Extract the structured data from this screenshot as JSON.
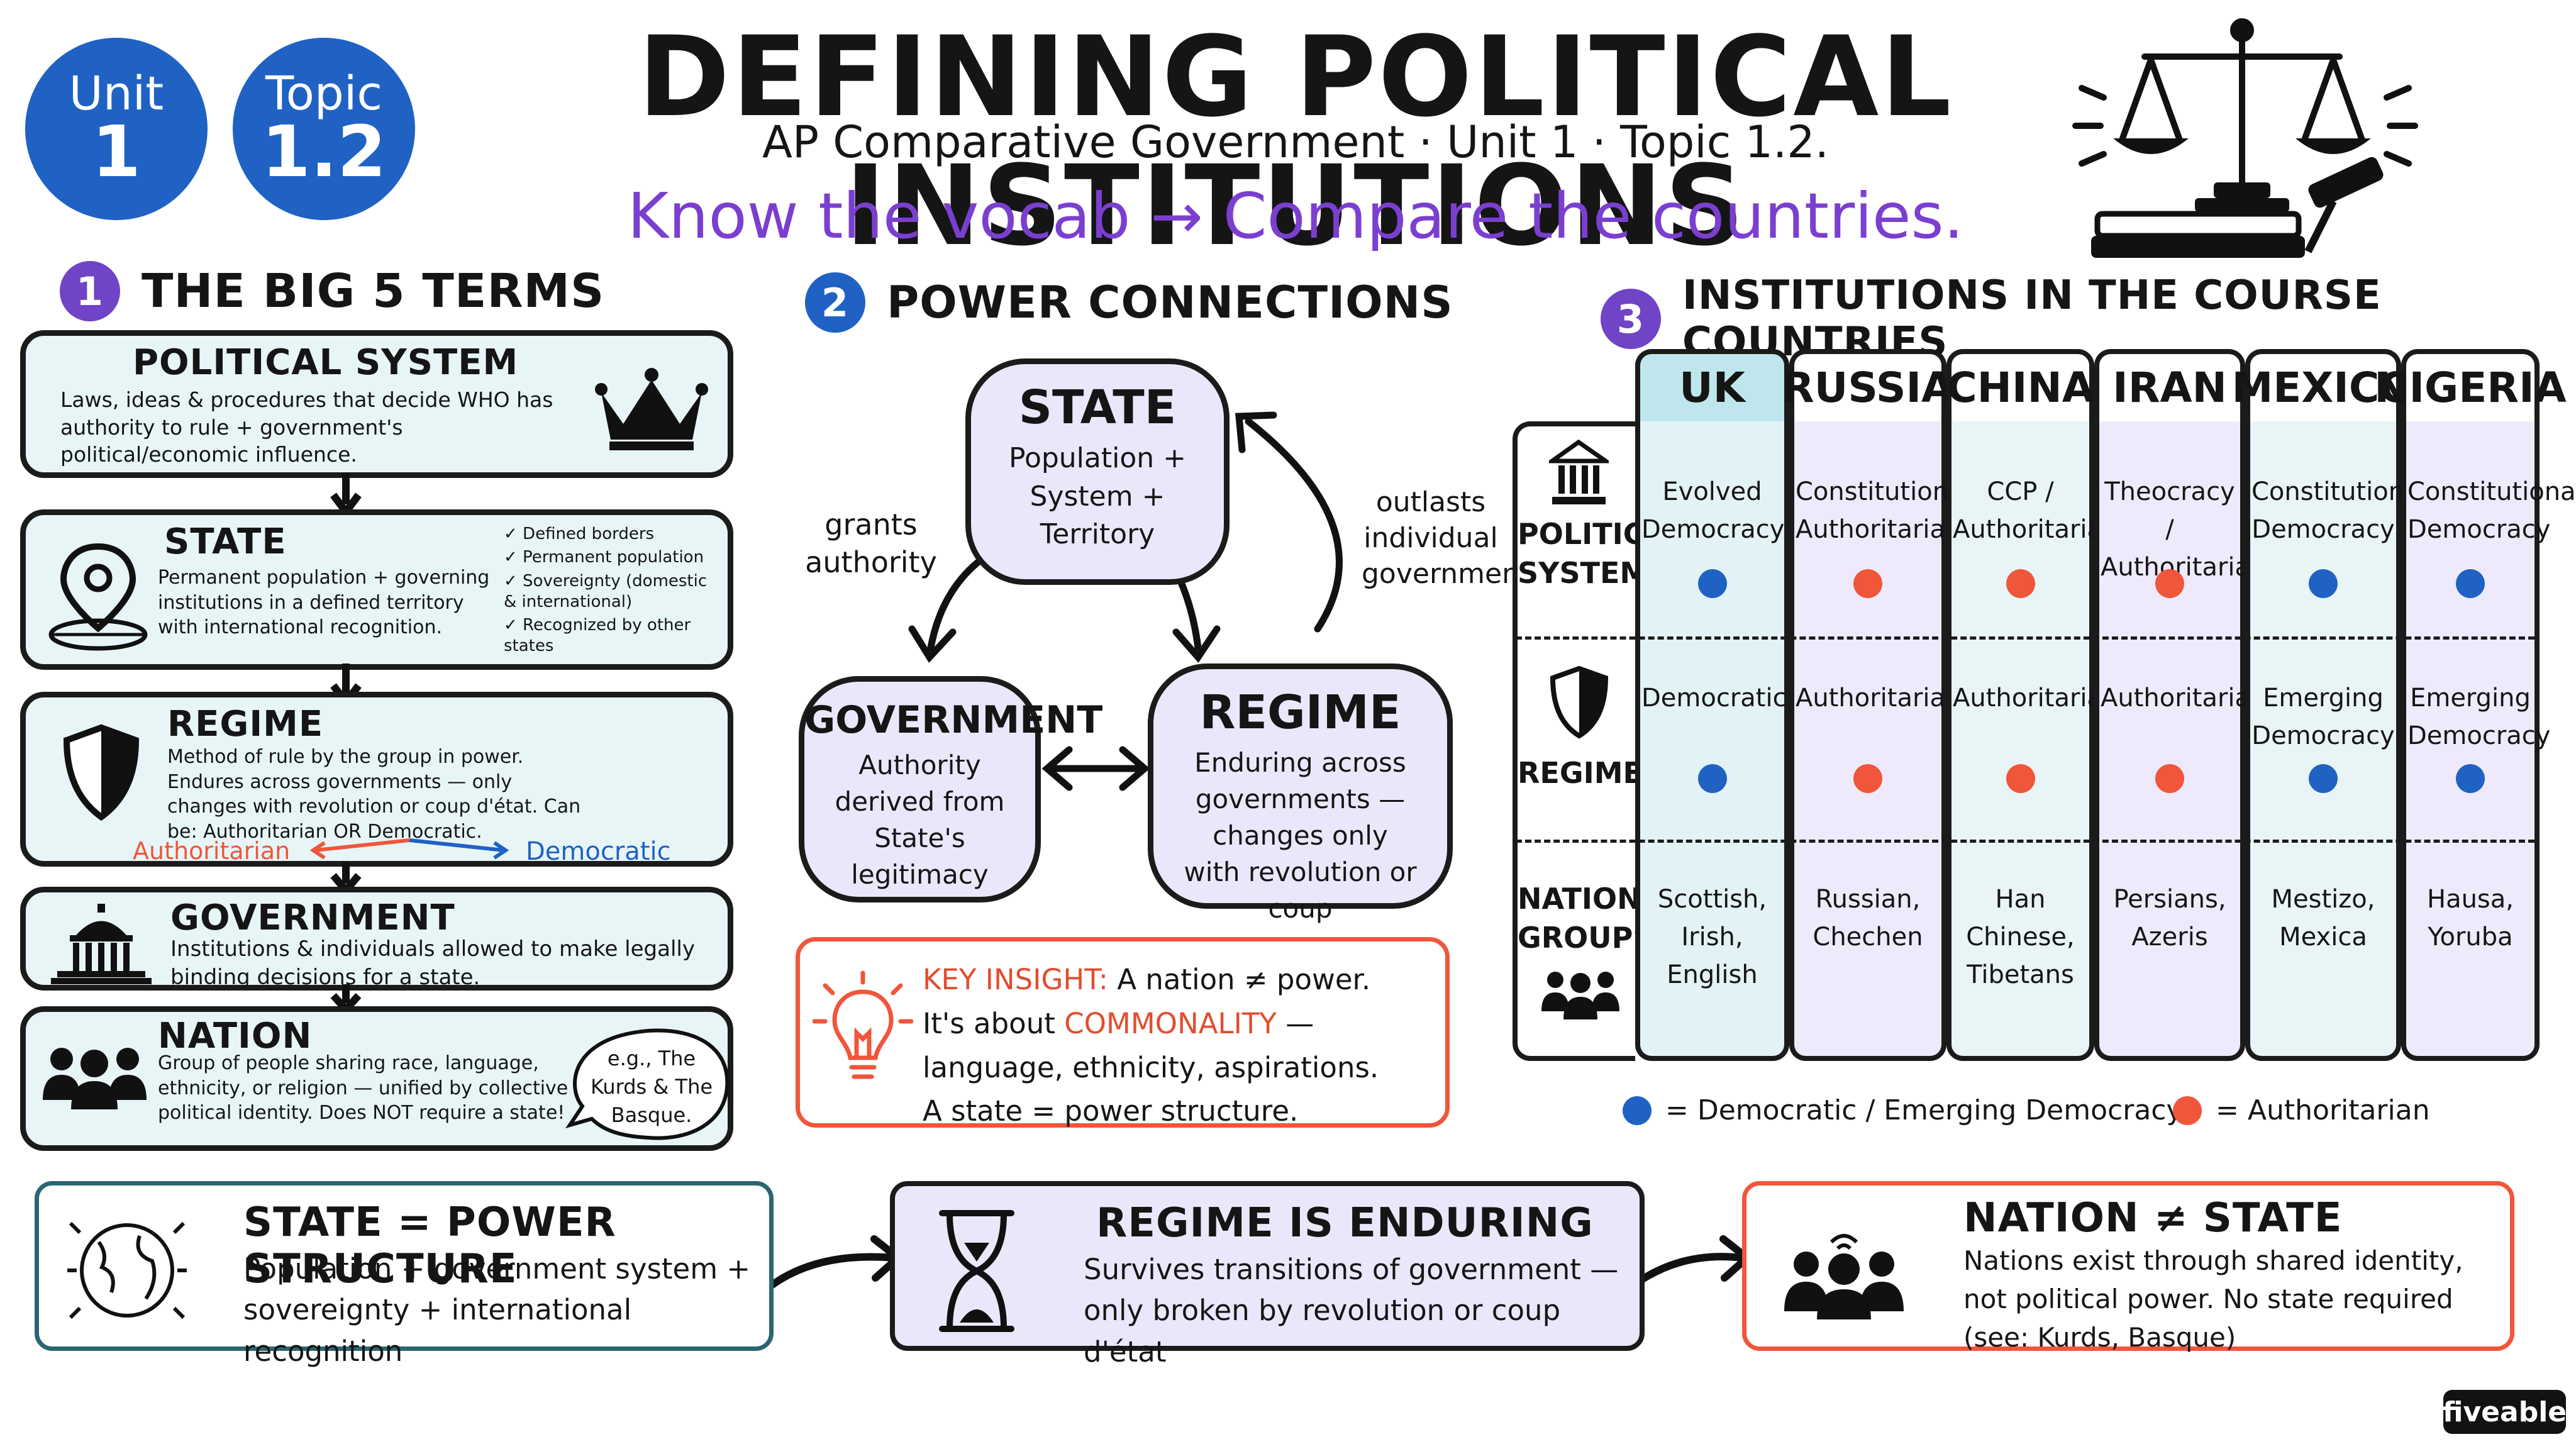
{
  "badges": {
    "unit": {
      "label": "Unit",
      "value": "1"
    },
    "topic": {
      "label": "Topic",
      "value": "1.2"
    }
  },
  "header": {
    "title": "DEFINING POLITICAL INSTITUTIONS",
    "subtitle": "AP Comparative Government · Unit 1 · Topic 1.2.",
    "tagline": "Know the vocab → Compare the countries."
  },
  "section1": {
    "number": "1",
    "title": "THE BIG 5 TERMS",
    "terms": [
      {
        "name": "POLITICAL SYSTEM",
        "desc": "Laws, ideas & procedures that decide WHO has authority to rule + government's political/economic influence.",
        "icon": "crown-icon"
      },
      {
        "name": "STATE",
        "desc": "Permanent population + governing institutions in a defined territory with international recognition.",
        "icon": "location-pin-icon",
        "checks": [
          "✓ Defined borders",
          "✓ Permanent population",
          "✓ Sovereignty (domestic & international)",
          "✓ Recognized by other states"
        ]
      },
      {
        "name": "REGIME",
        "desc": "Method of rule by the group in power. Endures across governments — only changes with revolution or coup d'état. Can be: Authoritarian OR Democratic.",
        "icon": "shield-icon",
        "spectrum": {
          "left": "Authoritarian",
          "right": "Democratic"
        }
      },
      {
        "name": "GOVERNMENT",
        "desc": "Institutions & individuals allowed to make legally binding decisions for a state.",
        "icon": "capitol-building-icon"
      },
      {
        "name": "NATION",
        "desc": "Group of people sharing race, language, ethnicity, or religion — unified by collective political identity. Does NOT require a state!",
        "icon": "people-group-icon",
        "example": "e.g., The Kurds & The Basque."
      }
    ]
  },
  "section2": {
    "number": "2",
    "title": "POWER CONNECTIONS",
    "nodes": {
      "state": {
        "name": "STATE",
        "desc": "Population + System + Territory"
      },
      "government": {
        "name": "GOVERNMENT",
        "desc": "Authority derived from State's legitimacy"
      },
      "regime": {
        "name": "REGIME",
        "desc": "Enduring across governments — changes only with revolution or coup"
      }
    },
    "edges": {
      "grants": "grants authority",
      "outlasts": "outlasts individual governments"
    },
    "insight": {
      "label": "KEY INSIGHT:",
      "line1": "A nation ≠ power.",
      "line2a": "It's about",
      "line2b": "COMMONALITY",
      "line2c": "— language, ethnicity, aspirations.",
      "line3": "A state = power structure."
    }
  },
  "section3": {
    "number": "3",
    "title": "INSTITUTIONS IN THE COURSE COUNTRIES",
    "rows": [
      {
        "label": "POLITICAL SYSTEM",
        "icon": "institution-icon"
      },
      {
        "label": "REGIME",
        "icon": "shield-icon"
      },
      {
        "label": "NATION GROUPS",
        "icon": "people-group-icon"
      }
    ],
    "countries": [
      {
        "name": "UK",
        "system": "Evolved Democracy",
        "system_status": "democratic",
        "regime": "Democratic",
        "regime_status": "democratic",
        "groups": "Scottish, Irish, English"
      },
      {
        "name": "RUSSIA",
        "system": "Constitutional Authoritarian",
        "system_status": "authoritarian",
        "regime": "Authoritarian",
        "regime_status": "authoritarian",
        "groups": "Russian, Chechen"
      },
      {
        "name": "CHINA",
        "system": "CCP / Authoritarian",
        "system_status": "authoritarian",
        "regime": "Authoritarian",
        "regime_status": "authoritarian",
        "groups": "Han Chinese, Tibetans"
      },
      {
        "name": "IRAN",
        "system": "Theocracy / Authoritarian",
        "system_status": "authoritarian",
        "regime": "Authoritarian",
        "regime_status": "authoritarian",
        "groups": "Persians, Azeris"
      },
      {
        "name": "MEXICO",
        "system": "Constitutional Democracy",
        "system_status": "democratic",
        "regime": "Emerging Democracy",
        "regime_status": "democratic",
        "groups": "Mestizo, Mexica"
      },
      {
        "name": "NIGERIA",
        "system": "Constitutional Democracy",
        "system_status": "democratic",
        "regime": "Emerging Democracy",
        "regime_status": "democratic",
        "groups": "Hausa, Yoruba"
      }
    ],
    "legend": {
      "democratic": "= Democratic / Emerging Democracy",
      "authoritarian": "= Authoritarian"
    }
  },
  "takeaways": [
    {
      "title": "STATE = POWER STRUCTURE",
      "desc": "Population + government system + sovereignty + international recognition",
      "icon": "globe-icon"
    },
    {
      "title": "REGIME IS ENDURING",
      "desc": "Survives transitions of government — only broken by revolution or coup d'état",
      "icon": "hourglass-icon"
    },
    {
      "title": "NATION ≠ STATE",
      "desc": "Nations exist through shared identity, not political power. No state required (see: Kurds, Basque)",
      "icon": "people-group-icon"
    }
  ],
  "colors": {
    "democratic": "#1f62c4",
    "authoritarian": "#f0563a",
    "accent": "#7b3fd0",
    "term_bg": "#e7f5f7",
    "node_bg": "#ebe7fb",
    "column_bg": "#e3f2f4",
    "uk_header": "#bfe6ec"
  },
  "brand": "fiveable"
}
